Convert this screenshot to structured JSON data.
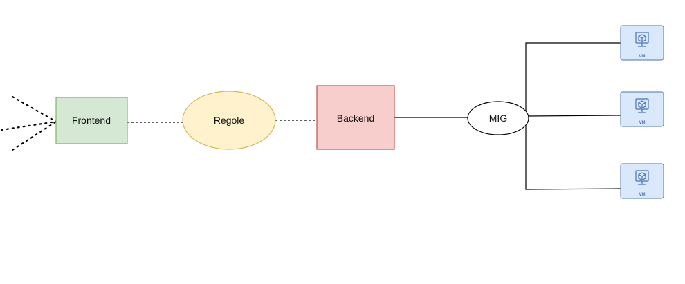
{
  "diagram": {
    "nodes": {
      "frontend": {
        "label": "Frontend",
        "fill": "#d5e8d4",
        "stroke": "#82b366"
      },
      "regole": {
        "label": "Regole",
        "fill": "#fff2cc",
        "stroke": "#d6b656"
      },
      "backend": {
        "label": "Backend",
        "fill": "#f8cecc",
        "stroke": "#b85450"
      },
      "mig": {
        "label": "MIG",
        "fill": "#ffffff",
        "stroke": "#000000"
      }
    },
    "vms": [
      {
        "label": "VM"
      },
      {
        "label": "VM"
      },
      {
        "label": "VM"
      }
    ],
    "vm_style": {
      "fill": "#dae8fc",
      "stroke": "#6c8ebf",
      "icon": "#4a72b8"
    },
    "edges": [
      {
        "from": "incoming-1",
        "to": "frontend",
        "style": "dotted"
      },
      {
        "from": "incoming-2",
        "to": "frontend",
        "style": "dotted"
      },
      {
        "from": "incoming-3",
        "to": "frontend",
        "style": "dotted"
      },
      {
        "from": "frontend",
        "to": "regole",
        "style": "dashed"
      },
      {
        "from": "regole",
        "to": "backend",
        "style": "dashed"
      },
      {
        "from": "backend",
        "to": "mig",
        "style": "solid"
      },
      {
        "from": "mig",
        "to": "vm-1",
        "style": "solid"
      },
      {
        "from": "mig",
        "to": "vm-2",
        "style": "solid"
      },
      {
        "from": "mig",
        "to": "vm-3",
        "style": "solid"
      }
    ]
  }
}
